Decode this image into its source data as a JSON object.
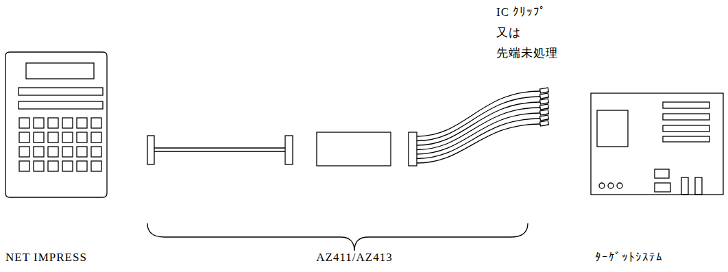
{
  "diagram": {
    "labels": [
      "IC ｸﾘｯﾌﾟ",
      "又は",
      "先端未処理",
      "NET IMPRESS",
      "AZ411/AZ413",
      "ﾀｰｹﾞｯﾄｼｽﾃﾑ"
    ]
  }
}
